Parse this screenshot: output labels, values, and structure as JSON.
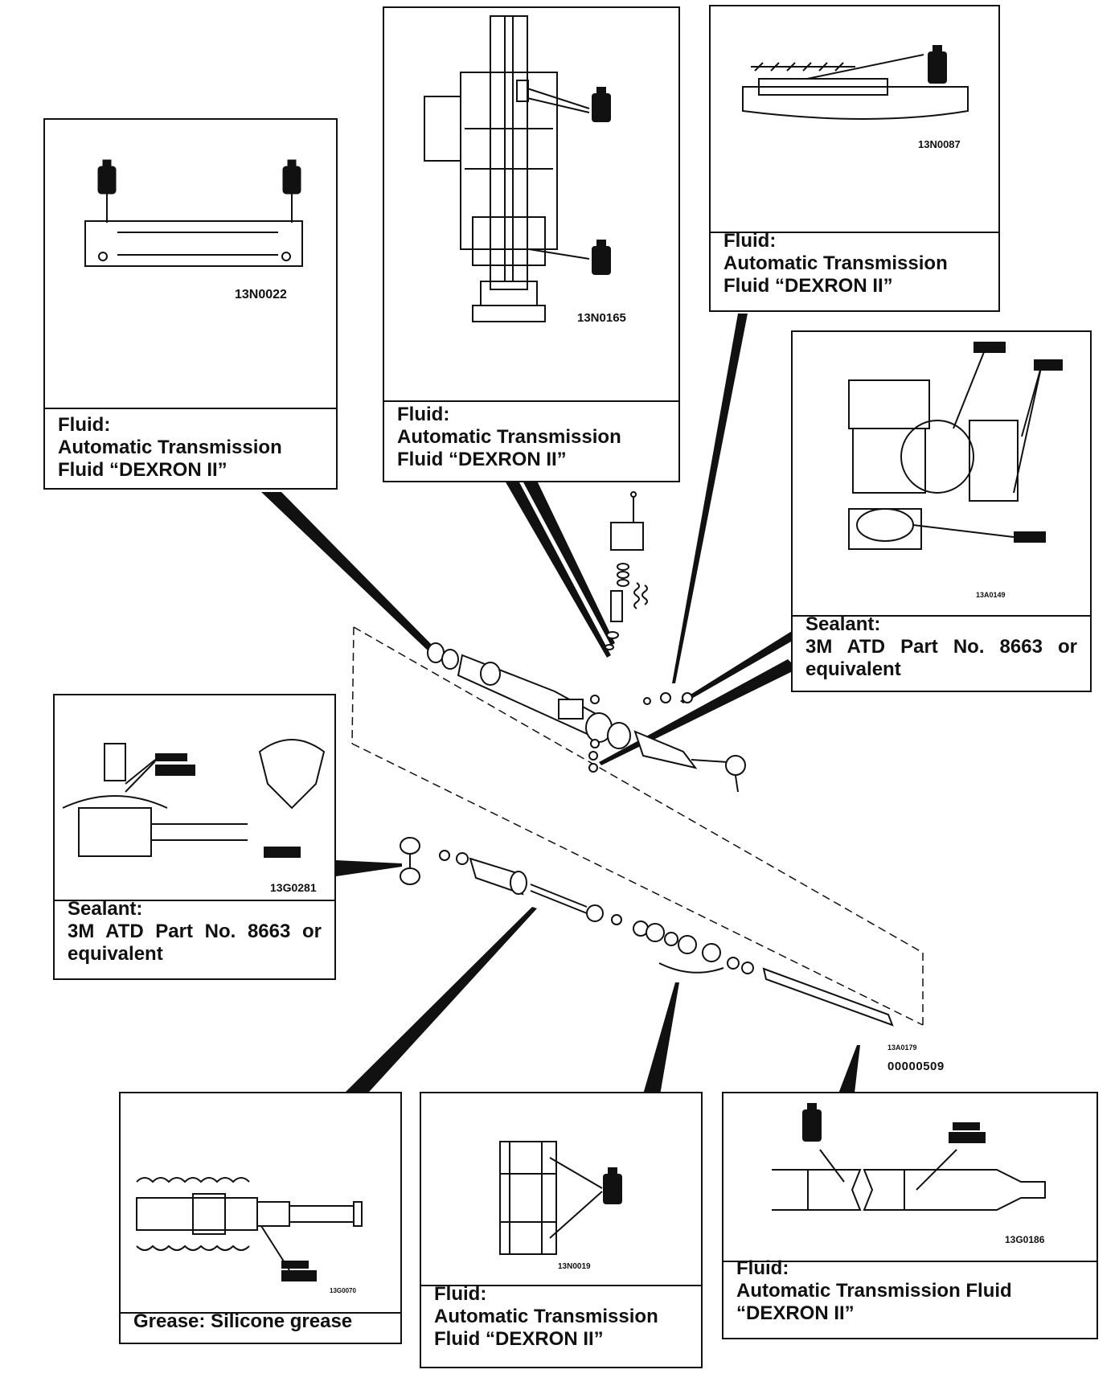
{
  "panels": {
    "top_left": {
      "code": "13N0022",
      "caption": [
        "Fluid:",
        "Automatic Transmission",
        "Fluid “DEXRON II”"
      ]
    },
    "top_center": {
      "code": "13N0165",
      "caption": [
        "Fluid:",
        "Automatic Transmission",
        "Fluid “DEXRON II”"
      ]
    },
    "top_right": {
      "code": "13N0087",
      "caption": [
        "Fluid:",
        "Automatic Transmission",
        "Fluid “DEXRON II”"
      ]
    },
    "mid_right": {
      "code": "13A0149",
      "caption": [
        "Sealant:",
        "3M ATD Part No. 8663 or",
        "equivalent"
      ]
    },
    "mid_left": {
      "code": "13G0281",
      "caption": [
        "Sealant:",
        "3M ATD Part No. 8663 or",
        "equivalent"
      ]
    },
    "bottom_left": {
      "code": "13G0070",
      "caption": [
        "Grease: Silicone grease"
      ]
    },
    "bottom_center": {
      "code": "13N0019",
      "caption": [
        "Fluid:",
        "Automatic Transmission",
        "Fluid “DEXRON II”"
      ]
    },
    "bottom_right": {
      "code": "13G0186",
      "caption": [
        "Fluid:",
        "Automatic Transmission Fluid",
        "“DEXRON II”"
      ]
    }
  },
  "main_diagram": {
    "code_a": "13A0179",
    "code_b": "00000509"
  }
}
